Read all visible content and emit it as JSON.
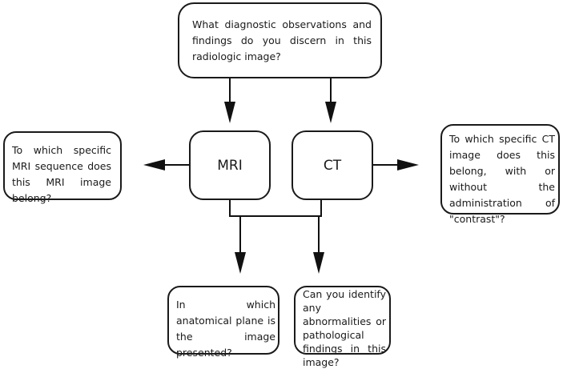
{
  "diagram": {
    "top_question": "What diagnostic observations and findings do you discern in this radiologic image?",
    "mri_label": "MRI",
    "ct_label": "CT",
    "mri_sequence_question": "To which specific MRI sequence does this MRI image belong?",
    "ct_contrast_question": "To which specific CT image does this belong, with or without the administration of \"contrast\"?",
    "plane_question": "In which anatomical plane is the image presented?",
    "abnormality_question": "Can you identify any abnormalities or pathological findings in this image?"
  }
}
